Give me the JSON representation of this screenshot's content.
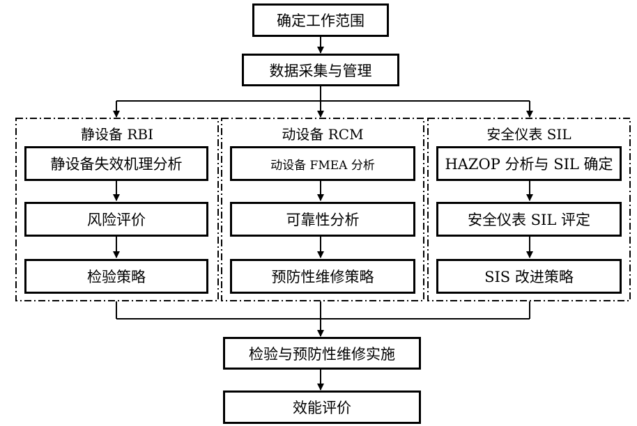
{
  "top": {
    "step1": "确定工作范围",
    "step2": "数据采集与管理"
  },
  "groups": [
    {
      "title": "静设备 RBI",
      "steps": [
        "静设备失效机理分析",
        "风险评价",
        "检验策略"
      ]
    },
    {
      "title": "动设备 RCM",
      "steps": [
        "动设备 FMEA 分析",
        "可靠性分析",
        "预防性维修策略"
      ]
    },
    {
      "title": "安全仪表 SIL",
      "steps": [
        "HAZOP 分析与 SIL 确定",
        "安全仪表 SIL 评定",
        "SIS 改进策略"
      ]
    }
  ],
  "bottom": {
    "step1": "检验与预防性维修实施",
    "step2": "效能评价"
  }
}
